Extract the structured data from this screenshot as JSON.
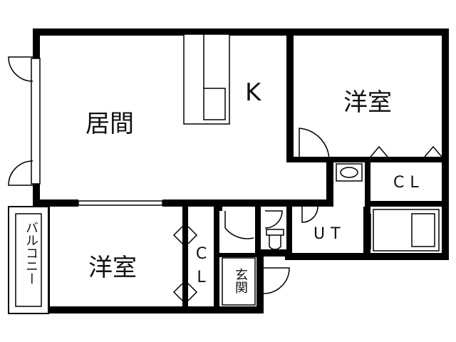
{
  "rooms": {
    "living": "居間",
    "kitchen": "K",
    "bedroom_upper": "洋室",
    "bedroom_lower": "洋室",
    "closet_right": "CL",
    "closet_left": "CL",
    "utility": "UT",
    "entrance": "玄関",
    "balcony": "バルコニー"
  }
}
